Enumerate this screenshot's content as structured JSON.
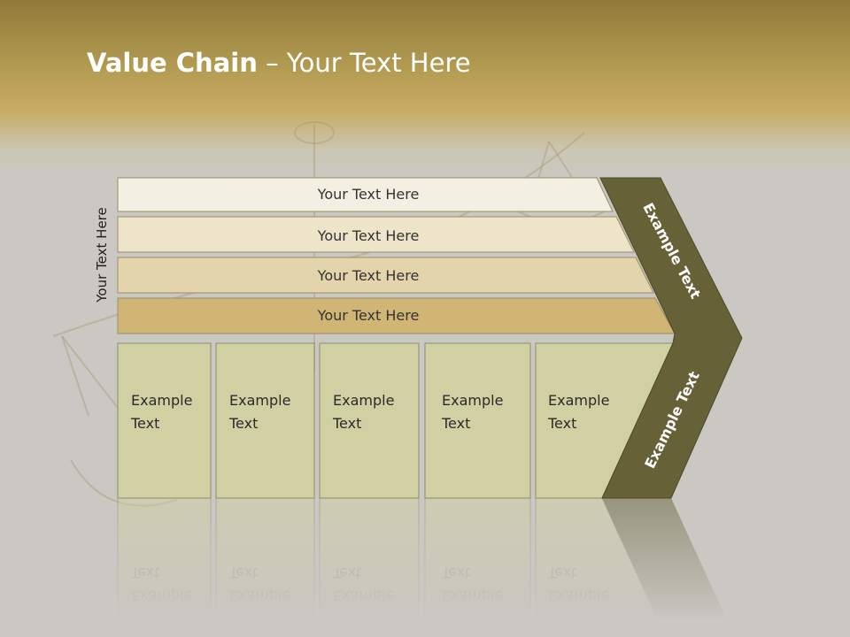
{
  "slide": {
    "title_bold": "Value Chain",
    "title_rest": " – Your Text Here",
    "side_label": "Your Text Here"
  },
  "bars": [
    {
      "label": "Your Text Here",
      "color": "#f4efe3"
    },
    {
      "label": "Your Text Here",
      "color": "#ede4c9"
    },
    {
      "label": "Your Text Here",
      "color": "#e3d4ab"
    },
    {
      "label": "Your Text Here",
      "color": "#d0b574"
    }
  ],
  "boxes": [
    {
      "line1": "Example",
      "line2": "Text"
    },
    {
      "line1": "Example",
      "line2": "Text"
    },
    {
      "line1": "Example",
      "line2": "Text"
    },
    {
      "line1": "Example",
      "line2": "Text"
    },
    {
      "line1": "Example",
      "line2": "Text"
    }
  ],
  "chevron": {
    "upper_label": "Example Text",
    "lower_label": "Example Text",
    "color": "#666137"
  },
  "colors": {
    "box_fill": "#d1d0a2",
    "box_stroke": "#8e8d6c",
    "bar_stroke": "#9c8e63"
  }
}
